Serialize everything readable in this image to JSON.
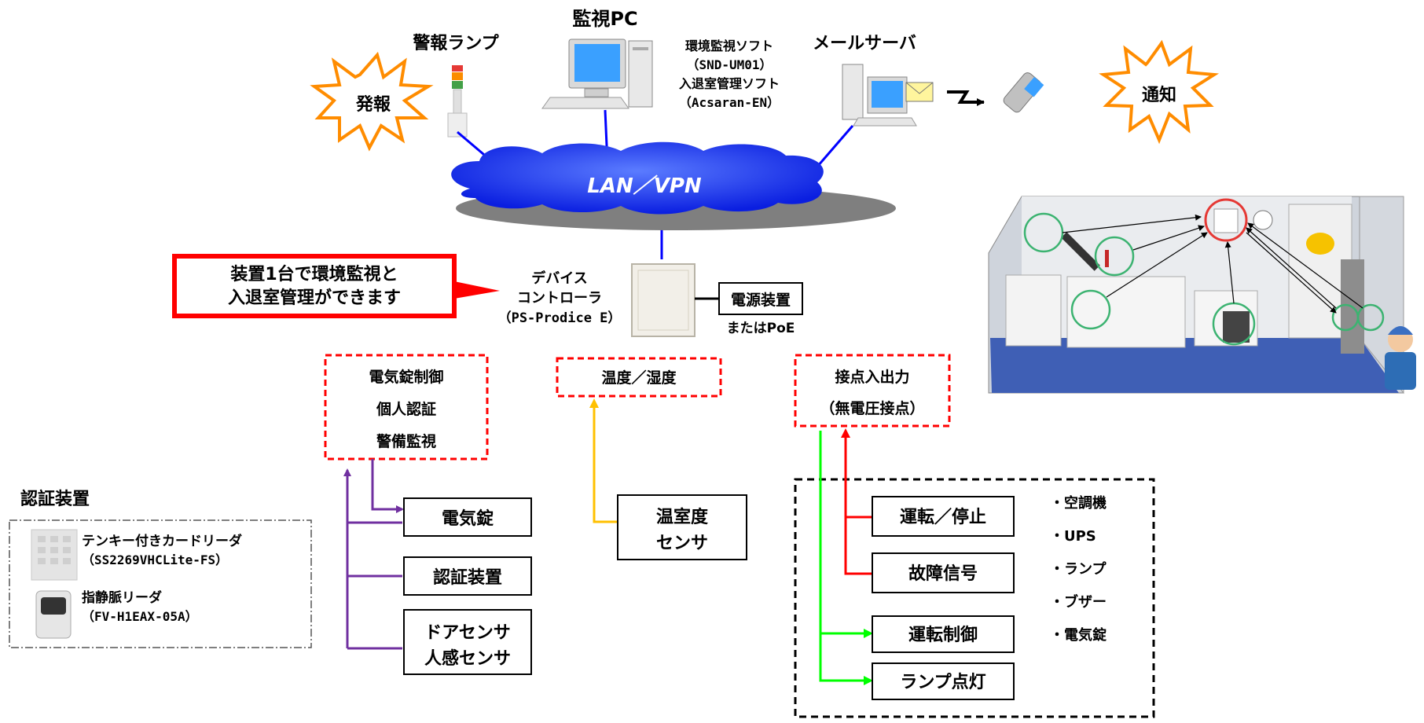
{
  "top": {
    "lamp_label": "警報ランプ",
    "alarm_burst": "発報",
    "pc_label": "監視PC",
    "software_lines": [
      "環境監視ソフト",
      "（SND-UM01）",
      "入退室管理ソフト",
      "（Acsaran-EN）"
    ],
    "mail_label": "メールサーバ",
    "notify_burst": "通知",
    "network_label": "LAN／VPN"
  },
  "callout": {
    "lines": [
      "装置1台で環境監視と",
      "入退室管理ができます"
    ]
  },
  "controller": {
    "lines": [
      "デバイス",
      "コントローラ",
      "（PS-Prodice E）"
    ],
    "power_box": "電源装置",
    "power_sub": "またはPoE"
  },
  "groups": {
    "left_lines": [
      "電気錠制御",
      "個人認証",
      "警備監視"
    ],
    "temp": "温度／湿度",
    "contact_lines": [
      "接点入出力",
      "（無電圧接点）"
    ]
  },
  "devices": {
    "lock": "電気錠",
    "auth": "認証装置",
    "door_lines": [
      "ドアセンサ",
      "人感センサ"
    ],
    "temp_sensor_lines": [
      "温室度",
      "センサ"
    ],
    "run_stop": "運転／停止",
    "fault": "故障信号",
    "run_control": "運転制御",
    "lamp_on": "ランプ点灯"
  },
  "targets": [
    "・空調機",
    "・UPS",
    "・ランプ",
    "・ブザー",
    "・電気錠"
  ],
  "auth_panel": {
    "title": "認証装置",
    "items": [
      {
        "name": "テンキー付きカードリーダ",
        "model": "（SS2269VHCLite-FS）"
      },
      {
        "name": "指静脈リーダ",
        "model": "（FV-H1EAX-05A）"
      }
    ]
  },
  "colors": {
    "purple": "#7030a0",
    "orange": "#ffc000",
    "red": "#ff0000",
    "green": "#00ff00",
    "blue_line": "#0000ff",
    "cloud": "#1f3fff",
    "callout_red": "#ff0000",
    "dashed_red": "#ff0000"
  }
}
